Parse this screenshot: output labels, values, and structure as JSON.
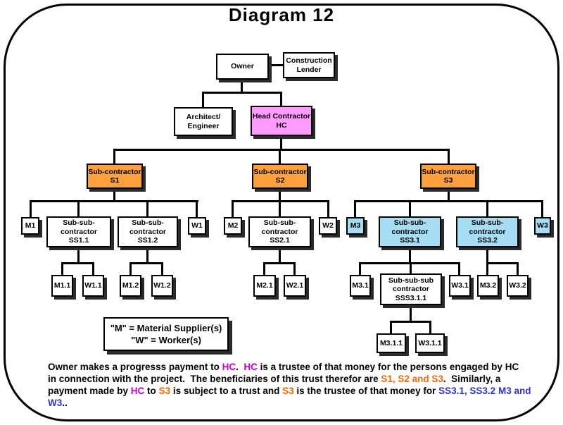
{
  "title": "Diagram 12",
  "colors": {
    "black": "#000000",
    "magenta": "#CC00CC",
    "orange": "#FF6600",
    "blue": "#3333CC",
    "box_pink": "#FF9AFF",
    "box_orange": "#FFA03C",
    "box_blue": "#A6DDF2",
    "box_white": "#FFFFFF",
    "line": "#000000"
  },
  "nodes": {
    "owner": "Owner",
    "lender": "Construction\nLender",
    "architect": "Architect/\nEngineer",
    "hc": "Head Contractor\nHC",
    "s1": "Sub-contractor\nS1",
    "s2": "Sub-contractor\nS2",
    "s3": "Sub-contractor\nS3",
    "m1": "M1",
    "ss11": "Sub-sub-\ncontractor\nSS1.1",
    "ss12": "Sub-sub-\ncontractor\nSS1.2",
    "w1": "W1",
    "m2": "M2",
    "ss21": "Sub-sub-\ncontractor\nSS2.1",
    "w2": "W2",
    "m3": "M3",
    "ss31": "Sub-sub-\ncontractor\nSS3.1",
    "ss32": "Sub-sub-\ncontractor\nSS3.2",
    "w3": "W3",
    "m11": "M1.1",
    "w11": "W1.1",
    "m12": "M1.2",
    "w12": "W1.2",
    "m21": "M2.1",
    "w21": "W2.1",
    "m31": "M3.1",
    "sss311": "Sub-sub-sub\ncontractor\nSSS3.1.1",
    "w31": "W3.1",
    "m32": "M3.2",
    "w32": "W3.2",
    "m311": "M3.1.1",
    "w311": "W3.1.1"
  },
  "legend": {
    "line1": "\"M\" = Material Supplier(s)",
    "line2": "\"W\" = Worker(s)"
  },
  "note": {
    "segments": [
      {
        "text": "Owner makes a progresss payment to ",
        "color": "black"
      },
      {
        "text": "HC",
        "color": "magenta"
      },
      {
        "text": ".  ",
        "color": "black"
      },
      {
        "text": "HC",
        "color": "magenta"
      },
      {
        "text": " is a trustee of that money for the persons engaged by HC\nin connection with the project.  The beneficiaries of this trust therefor are ",
        "color": "black"
      },
      {
        "text": "S1, S2 and S3",
        "color": "orange"
      },
      {
        "text": ".  Similarly, a\npayment made by ",
        "color": "black"
      },
      {
        "text": "HC",
        "color": "magenta"
      },
      {
        "text": " to ",
        "color": "black"
      },
      {
        "text": "S3",
        "color": "orange"
      },
      {
        "text": " is subject to a trust and ",
        "color": "black"
      },
      {
        "text": "S3",
        "color": "orange"
      },
      {
        "text": " is the trustee of that money for ",
        "color": "black"
      },
      {
        "text": "SS3.1, SS3.2 M3 and W3",
        "color": "blue"
      },
      {
        "text": "..",
        "color": "black"
      }
    ]
  }
}
